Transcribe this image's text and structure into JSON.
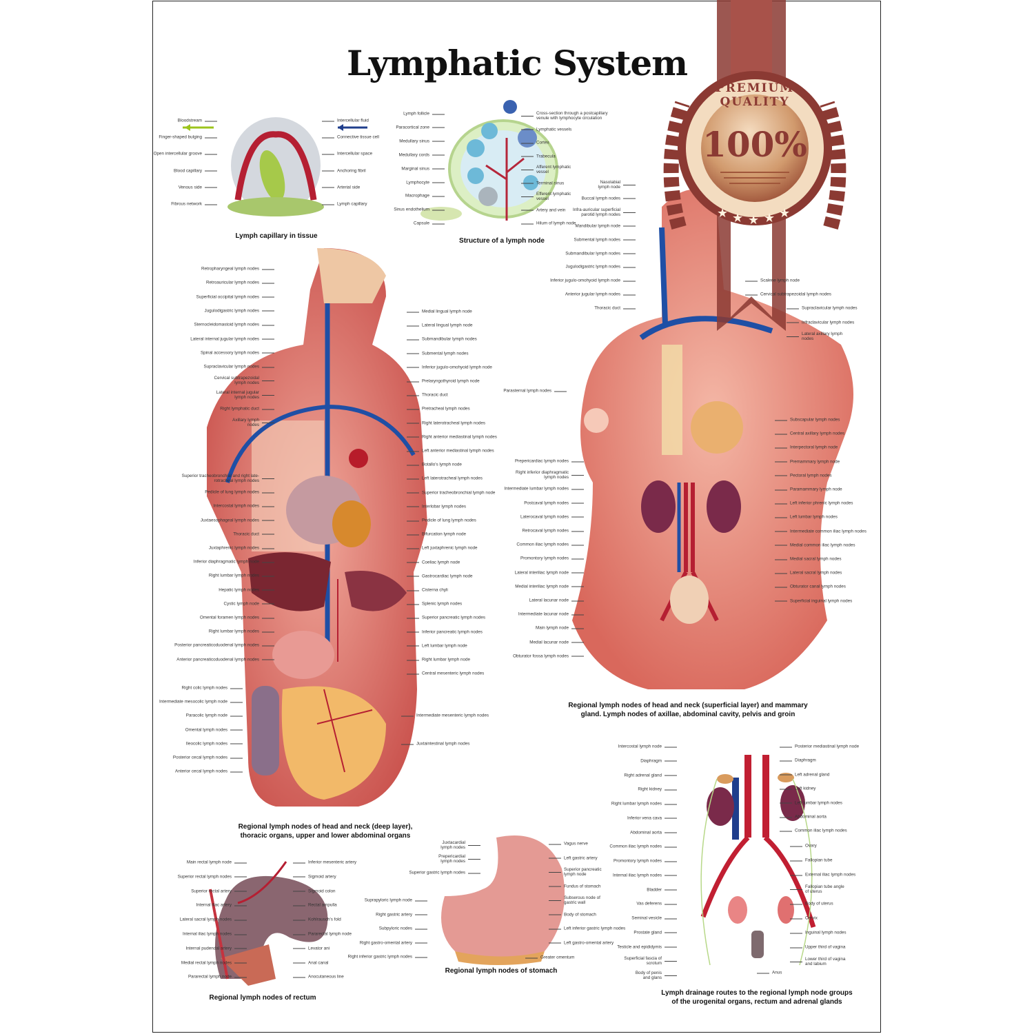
{
  "title": "Lymphatic System",
  "badge": {
    "top_text": "PREMIUM QUALITY",
    "value": "100%",
    "colors": {
      "ribbon": "#8b3a33",
      "ring": "#f1d9b9",
      "inner": "#c98a5d"
    }
  },
  "capillary": {
    "caption": "Lymph capillary in tissue",
    "left": [
      "Bloodstream",
      "Finger-shaped bulging",
      "Open intercellular groove",
      "Blood capillary",
      "Venous side",
      "Fibrous network"
    ],
    "right": [
      "Intercellular fluid",
      "Connective tissue cell",
      "Intercellular space",
      "Anchoring fibril",
      "Arterial side",
      "Lymph capillary"
    ]
  },
  "lymph_node": {
    "caption": "Structure of a lymph node",
    "left": [
      "Lymph follicle",
      "Paracortical zone",
      "Medullary sinus",
      "Medullary cords",
      "Marginal sinus",
      "Lymphocyte",
      "Macrophage",
      "Sinus endothelium",
      "Capsule"
    ],
    "right": [
      "Cross-section through a postcapillary\nvenule with lymphocyte circulation",
      "Lymphatic vessels",
      "Cortex",
      "Trabecula",
      "Afferent lymphatic\nvessel",
      "Terminal sinus",
      "Efferent lymphatic\nvessel",
      "Artery and vein",
      "Hilum of lymph node"
    ]
  },
  "deep": {
    "caption": "Regional lymph nodes of head and neck (deep layer),\nthoracic organs, upper and lower abdominal organs",
    "left_upper": [
      "Retropharyngeal lymph nodes",
      "Retroauricular lymph nodes",
      "Superficial occipital lymph nodes",
      "Jugulodigastric lymph nodes",
      "Sternocleidomastoid lymph nodes",
      "Lateral internal jugular lymph nodes",
      "Spinal accessory lymph nodes",
      "Supraclavicular lymph nodes",
      "Cervical subtrapezoidal\nlymph nodes",
      "Lateral internal jugular\nlymph nodes",
      "Right lymphatic duct",
      "Axillary lymph\nnodes"
    ],
    "left_middle": [
      "Superior tracheobronchial and right late-\nrotracheal lymph nodes",
      "Pedicle of lung lymph nodes",
      "Intercostal lymph nodes",
      "Juxtaesophageal lymph nodes",
      "Thoracic duct",
      "Juxtaphrenic lymph nodes",
      "Inferior diaphragmatic lymph node",
      "Right lumbar lymph nodes",
      "Hepatic lymph nodes",
      "Cystic lymph node",
      "Omental foramen lymph nodes",
      "Right lumbar lymph nodes",
      "Posterior pancreaticoduodenal lymph nodes",
      "Anterior pancreaticoduodenal lymph nodes"
    ],
    "left_lower": [
      "Right colic lymph nodes",
      "Intermediate mesocolic lymph node",
      "Paracolic lymph node",
      "Omental lymph nodes",
      "Ileocolic lymph nodes",
      "Posterior cecal lymph nodes",
      "Anterior cecal lymph nodes"
    ],
    "right_upper": [
      "Medial lingual lymph node",
      "Lateral lingual lymph node",
      "Submandibular lymph nodes",
      "Submental lymph nodes",
      "Inferior jugulo-omohyoid lymph node",
      "Prelaryngothyroid lymph node",
      "Thoracic duct",
      "Pretracheal lymph nodes",
      "Right laterotracheal lymph nodes",
      "Right anterior mediastinal lymph nodes",
      "Left anterior mediastinal lymph nodes",
      "Botallo's lymph node",
      "Left laterotracheal lymph nodes",
      "Superior tracheobronchial lymph node",
      "Interlobar lymph nodes",
      "Pedicle of lung lymph nodes",
      "Bifurcation lymph node",
      "Left juxtaphrenic lymph node",
      "Coeliac lymph node",
      "Gastrocardiac lymph node",
      "Cisterna chyli",
      "Splenic lymph nodes",
      "Superior pancreatic lymph nodes",
      "Inferior pancreatic lymph nodes",
      "Left lumbar lymph node",
      "Right lumbar lymph node",
      "Central mesenteric lymph nodes"
    ],
    "right_lower": [
      "Intermediate mesenteric lymph nodes",
      "Juxtaintestinal lymph nodes"
    ]
  },
  "superficial": {
    "caption": "Regional lymph nodes of head and neck (superficial layer) and mammary\ngland. Lymph nodes of axillae, abdominal cavity, pelvis and groin",
    "left_upper": [
      "Nasolabial\nlymph node",
      "Buccal lymph nodes",
      "Infra-auricular superficial\nparotid lymph nodes",
      "Mandibular lymph node",
      "Submental lymph nodes",
      "Submandibular lymph nodes",
      "Jugulodigastric lymph nodes",
      "Inferior jugulo-omohyoid lymph node",
      "Anterior jugular lymph nodes",
      "Thoracic duct"
    ],
    "left_parasternal": [
      "Parasternal lymph nodes"
    ],
    "left_lower": [
      "Prepericardiac lymph nodes",
      "Right inferior diaphragmatic\nlymph nodes",
      "Intermediate lumbar lymph nodes",
      "Postcaval lymph nodes",
      "Laterocaval lymph nodes",
      "Retrocaval lymph nodes",
      "Common iliac lymph nodes",
      "Promontory lymph nodes",
      "Lateral interiliac lymph node",
      "Medial interiliac lymph node",
      "Lateral lacunar node",
      "Intermediate lacunar node",
      "Main lymph node",
      "Medial lacunar node",
      "Obturator fossa lymph nodes"
    ],
    "right_upper": [
      "Scalene lymph node",
      "Cervical subtrapezoidal lymph nodes"
    ],
    "right_axilla": [
      "Supraclavicular lymph nodes",
      "Infraclavicular lymph nodes",
      "Lateral axillary lymph\nnodes"
    ],
    "right_lower": [
      "Subscapular lymph nodes",
      "Central axillary lymph nodes",
      "Interpectoral lymph node",
      "Premammary lymph node",
      "Pectoral lymph nodes",
      "Paramammary lymph node",
      "Left inferior phrenic lymph nodes",
      "Left lumbar lymph nodes",
      "Intermediate common iliac lymph nodes",
      "Medial common iliac lymph nodes",
      "Medial sacral lymph nodes",
      "Lateral sacral lymph nodes",
      "Obturator canal lymph nodes",
      "Superficial inguinal lymph nodes"
    ]
  },
  "rectum": {
    "caption": "Regional lymph nodes of rectum",
    "left": [
      "Main rectal lymph node",
      "Superior rectal lymph nodes",
      "Superior rectal artery",
      "Internal iliac artery",
      "Lateral sacral lymph nodes",
      "Internal iliac lymph nodes",
      "Internal pudendal artery",
      "Medial rectal lymph nodes",
      "Pararectal lymph node"
    ],
    "right": [
      "Inferior mesenteric artery",
      "Sigmoid artery",
      "Sigmoid colon",
      "Rectal ampulla",
      "Kohlrausch's fold",
      "Pararectal lymph node",
      "Levator ani",
      "Anal canal",
      "Anocutaneous line"
    ]
  },
  "stomach": {
    "caption": "Regional lymph nodes of stomach",
    "left_upper": [
      "Juxtacardial\nlymph nodes",
      "Prepericardial\nlymph nodes",
      "Superior gastric lymph nodes"
    ],
    "left_lower": [
      "Suprapyloric lymph node",
      "Right gastric artery",
      "Subpyloric nodes",
      "Right gastro-omental artery",
      "Right inferior gastric lymph nodes"
    ],
    "right": [
      "Vagus nerve",
      "Left gastric artery",
      "Superior pancreatic\nlymph node",
      "Fundus of stomach",
      "Subserous node of\ngastric wall",
      "Body of stomach",
      "Left inferior gastric lymph nodes",
      "Left gastro-omental artery"
    ],
    "bottom": [
      "Greater omentum"
    ]
  },
  "urogenital": {
    "caption": "Lymph drainage routes to the regional lymph node groups\nof the urogenital organs, rectum and adrenal glands",
    "left": [
      "Intercostal lymph node",
      "Diaphragm",
      "Right adrenal gland",
      "Right kidney",
      "Right lumbar lymph nodes",
      "Inferior vena cava",
      "Abdominal aorta",
      "Common iliac lymph nodes",
      "Promontory lymph nodes",
      "Internal iliac lymph nodes",
      "Bladder",
      "Vas deferens",
      "Seminal vesicle",
      "Prostate gland",
      "Testicle and epididymis",
      "Superficial fascia of\nscrotum",
      "Body of penis\nand glans"
    ],
    "right_upper": [
      "Posterior mediastinal lymph node",
      "Diaphragm",
      "Left adrenal gland",
      "Left kidney",
      "Left lumbar lymph nodes",
      "Abdominal aorta",
      "Common iliac lymph nodes"
    ],
    "right_lower": [
      "Ovary",
      "Fallopian tube",
      "External iliac lymph nodes",
      "Fallopian tube angle\nof uterus",
      "Body of uterus",
      "Cervix",
      "Inguinal lymph nodes",
      "Upper third of vagina",
      "Lower third of vagina\nand labium"
    ],
    "bottom": [
      "Anus"
    ]
  }
}
